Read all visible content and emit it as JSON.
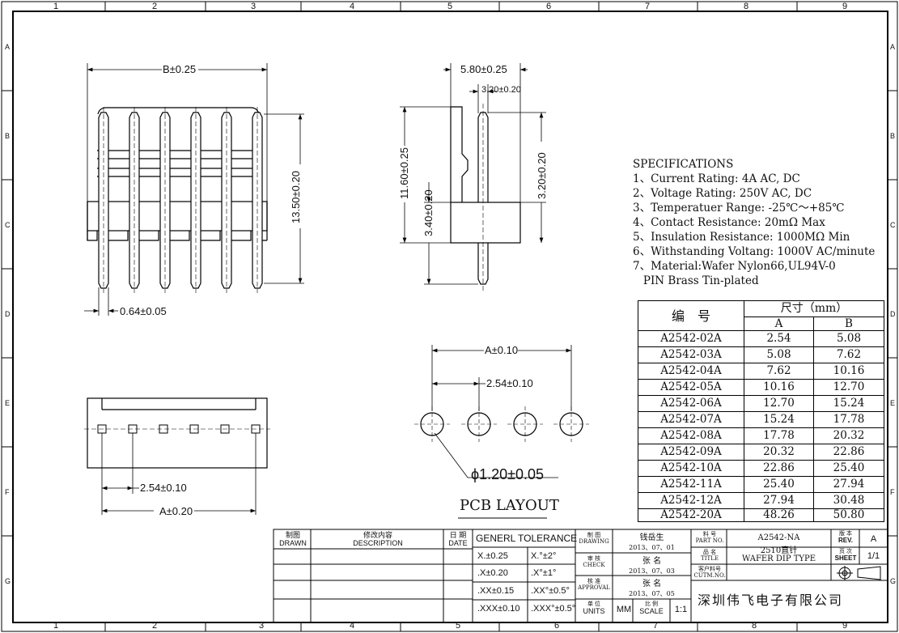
{
  "border": {
    "cols_top": [
      "1",
      "2",
      "3",
      "4",
      "5",
      "6",
      "7",
      "8",
      "9"
    ],
    "cols_bottom": [
      "1",
      "2",
      "3",
      "4",
      "5",
      "6",
      "7",
      "8",
      "9"
    ],
    "rows": [
      "A",
      "B",
      "C",
      "D",
      "E",
      "F",
      "G"
    ]
  },
  "dims": {
    "b": "B±0.25",
    "h13": "13.50±0.20",
    "pin": "0.64±0.05",
    "w580": "5.80±0.25",
    "w320": "3.20±0.20",
    "h1160": "11.60±0.25",
    "h340": "3.40±0.20",
    "h320": "3.20±0.20",
    "a10": "A±0.10",
    "p254a": "2.54±0.10",
    "hole": "ϕ1.20±0.05",
    "p254b": "2.54±0.10",
    "a20": "A±0.20"
  },
  "pcb_layout": "PCB LAYOUT",
  "specifications": {
    "title": "SPECIFICATIONS",
    "lines": [
      "1、Current Rating: 4A AC, DC",
      "2、Voltage Rating: 250V AC, DC",
      "3、Temperatuer Range: -25℃～+85℃",
      "4、Contact Resistance: 20mΩ Max",
      "5、Insulation Resistance: 1000MΩ Min",
      "6、Withstanding Voltang: 1000V AC/minute",
      "7、Material:Wafer Nylon66,UL94V-0",
      "   PIN Brass Tin-plated"
    ]
  },
  "parts_table": {
    "header_code": "编　号",
    "header_size": "尺寸（mm）",
    "col_a": "A",
    "col_b": "B",
    "rows": [
      [
        "A2542-02A",
        "2.54",
        "5.08"
      ],
      [
        "A2542-03A",
        "5.08",
        "7.62"
      ],
      [
        "A2542-04A",
        "7.62",
        "10.16"
      ],
      [
        "A2542-05A",
        "10.16",
        "12.70"
      ],
      [
        "A2542-06A",
        "12.70",
        "15.24"
      ],
      [
        "A2542-07A",
        "15.24",
        "17.78"
      ],
      [
        "A2542-08A",
        "17.78",
        "20.32"
      ],
      [
        "A2542-09A",
        "20.32",
        "22.86"
      ],
      [
        "A2542-10A",
        "22.86",
        "25.40"
      ],
      [
        "A2542-11A",
        "25.40",
        "27.94"
      ],
      [
        "A2542-12A",
        "27.94",
        "30.48"
      ],
      [
        "A2542-20A",
        "48.26",
        "50.80"
      ]
    ]
  },
  "title_block": {
    "drawn_cn": "制图",
    "drawn_en": "DRAWN",
    "desc_cn": "修改内容",
    "desc_en": "DESCRIPTION",
    "date_cn": "日 期",
    "date_en": "DATE",
    "tol_title": "GENERL TOLERANCE",
    "tol_rows": [
      [
        "X.±0.25",
        "X.°±2°"
      ],
      [
        ".X±0.20",
        ".X°±1°"
      ],
      [
        ".XX±0.15",
        ".XX°±0.5°"
      ],
      [
        ".XXX±0.10",
        ".XXX°±0.5°"
      ]
    ],
    "drawing_cn": "制 图",
    "drawing_en": "DRAWING",
    "drawing_name": "钱岳生",
    "drawing_date": "2013、07、01",
    "check_cn": "审 核",
    "check_en": "CHECK",
    "check_name": "张 名",
    "check_date": "2013、07、03",
    "approval_cn": "核 准",
    "approval_en": "APPROVAL",
    "approval_name": "张 名",
    "approval_date": "2013、07、05",
    "units_cn": "单 位",
    "units_en": "UNITS",
    "units_val": "MM",
    "scale_cn": "比 例",
    "scale_en": "SCALE",
    "scale_val": "1:1",
    "partno_cn": "料 号",
    "partno_en": "PART NO.",
    "partno_val": "A2542-NA",
    "title_cn": "品 名",
    "title_en": "TITLE",
    "title_val1": "2510直针",
    "title_val2": "WAFER DIP TYPE",
    "cust_cn": "客户料号",
    "cust_en": "CUTM.NO.",
    "rev_cn": "版 本",
    "rev_en": "REV.",
    "rev_val": "A",
    "sheet_cn": "页 次",
    "sheet_en": "SHEET",
    "sheet_val": "1/1",
    "company": "深圳伟飞电子有限公司"
  }
}
